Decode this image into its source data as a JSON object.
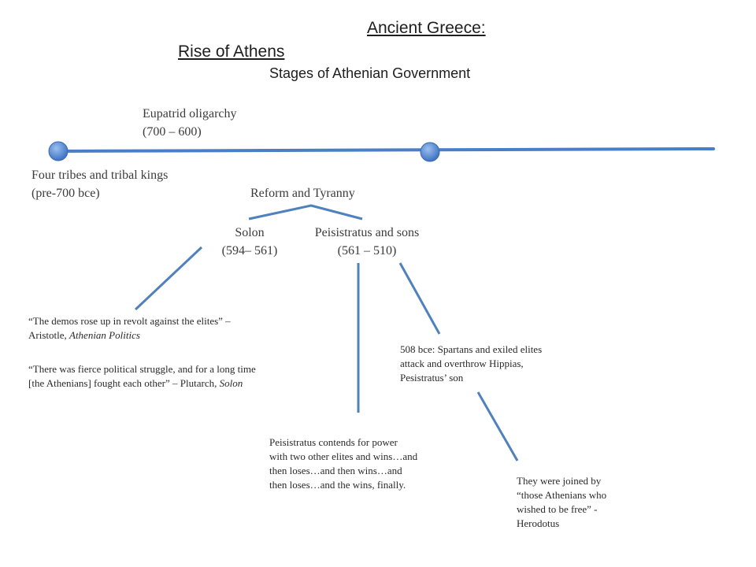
{
  "title": {
    "line1": "Ancient Greece:",
    "line2": "Rise of Athens",
    "subtitle": "Stages of Athenian Government"
  },
  "colors": {
    "timeline": "#4a7ec6",
    "node": "#5b8fd6",
    "connector": "#4f81bd"
  },
  "stages": {
    "eupatrid": {
      "name": "Eupatrid oligarchy",
      "dates": "(700 – 600)"
    },
    "tribes": {
      "name": "Four tribes and tribal kings",
      "dates": "(pre-700 bce)"
    },
    "reform": {
      "name": "Reform and Tyranny"
    },
    "solon": {
      "name": "Solon",
      "dates": "(594– 561)"
    },
    "peisistratus": {
      "name": "Peisistratus and sons",
      "dates": "(561 – 510)"
    }
  },
  "notes": {
    "aristotle": {
      "text": "“The demos rose up in revolt against the elites” –",
      "author": "Aristotle, ",
      "work": "Athenian Politics"
    },
    "plutarch": {
      "line1": "“There was fierce political struggle, and for a long time",
      "line2": "[the Athenians] fought each other” – Plutarch, ",
      "work": "Solon"
    },
    "contends": {
      "lines": [
        "Peisistratus contends for power",
        "with two other elites and wins…and",
        "then loses…and then wins…and",
        "then loses…and the wins, finally."
      ]
    },
    "spartans": {
      "lines": [
        "508 bce: Spartans and exiled elites",
        "attack and overthrow Hippias,",
        "Pesistratus’ son"
      ]
    },
    "herodotus": {
      "lines": [
        "They were joined by",
        "“those Athenians who",
        "wished to be free” -",
        "Herodotus"
      ]
    }
  }
}
